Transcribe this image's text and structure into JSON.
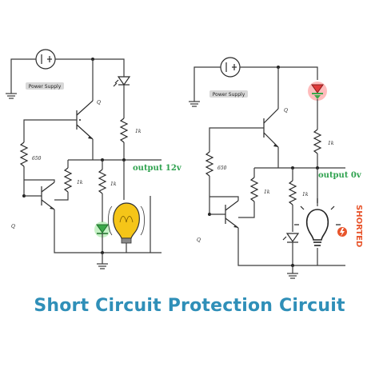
{
  "left_circuit": {
    "power_supply_label": "Power Supply",
    "q1_label": "Q",
    "q2_label": "Q",
    "r_base_label": "650",
    "r_mid_label": "1k",
    "r_led_top_label": "1k",
    "r_led_out_label": "1k",
    "output_label": "output 12v",
    "led_color": "#3aa84a"
  },
  "right_circuit": {
    "power_supply_label": "Power Supply",
    "q1_label": "Q",
    "q2_label": "Q",
    "r_base_label": "650",
    "r_mid_label": "1k",
    "r_led_top_label": "1k",
    "r_led_out_label": "1k",
    "output_label": "output 0v",
    "shorted_label": "SHORTED",
    "led_color": "#e03a3a"
  },
  "title": "Short Circuit Protection Circuit",
  "colors": {
    "title": "#2f8fb8",
    "output_text": "#2fa24f",
    "shorted_text": "#e8542b",
    "bulb_yellow": "#f5c518"
  }
}
